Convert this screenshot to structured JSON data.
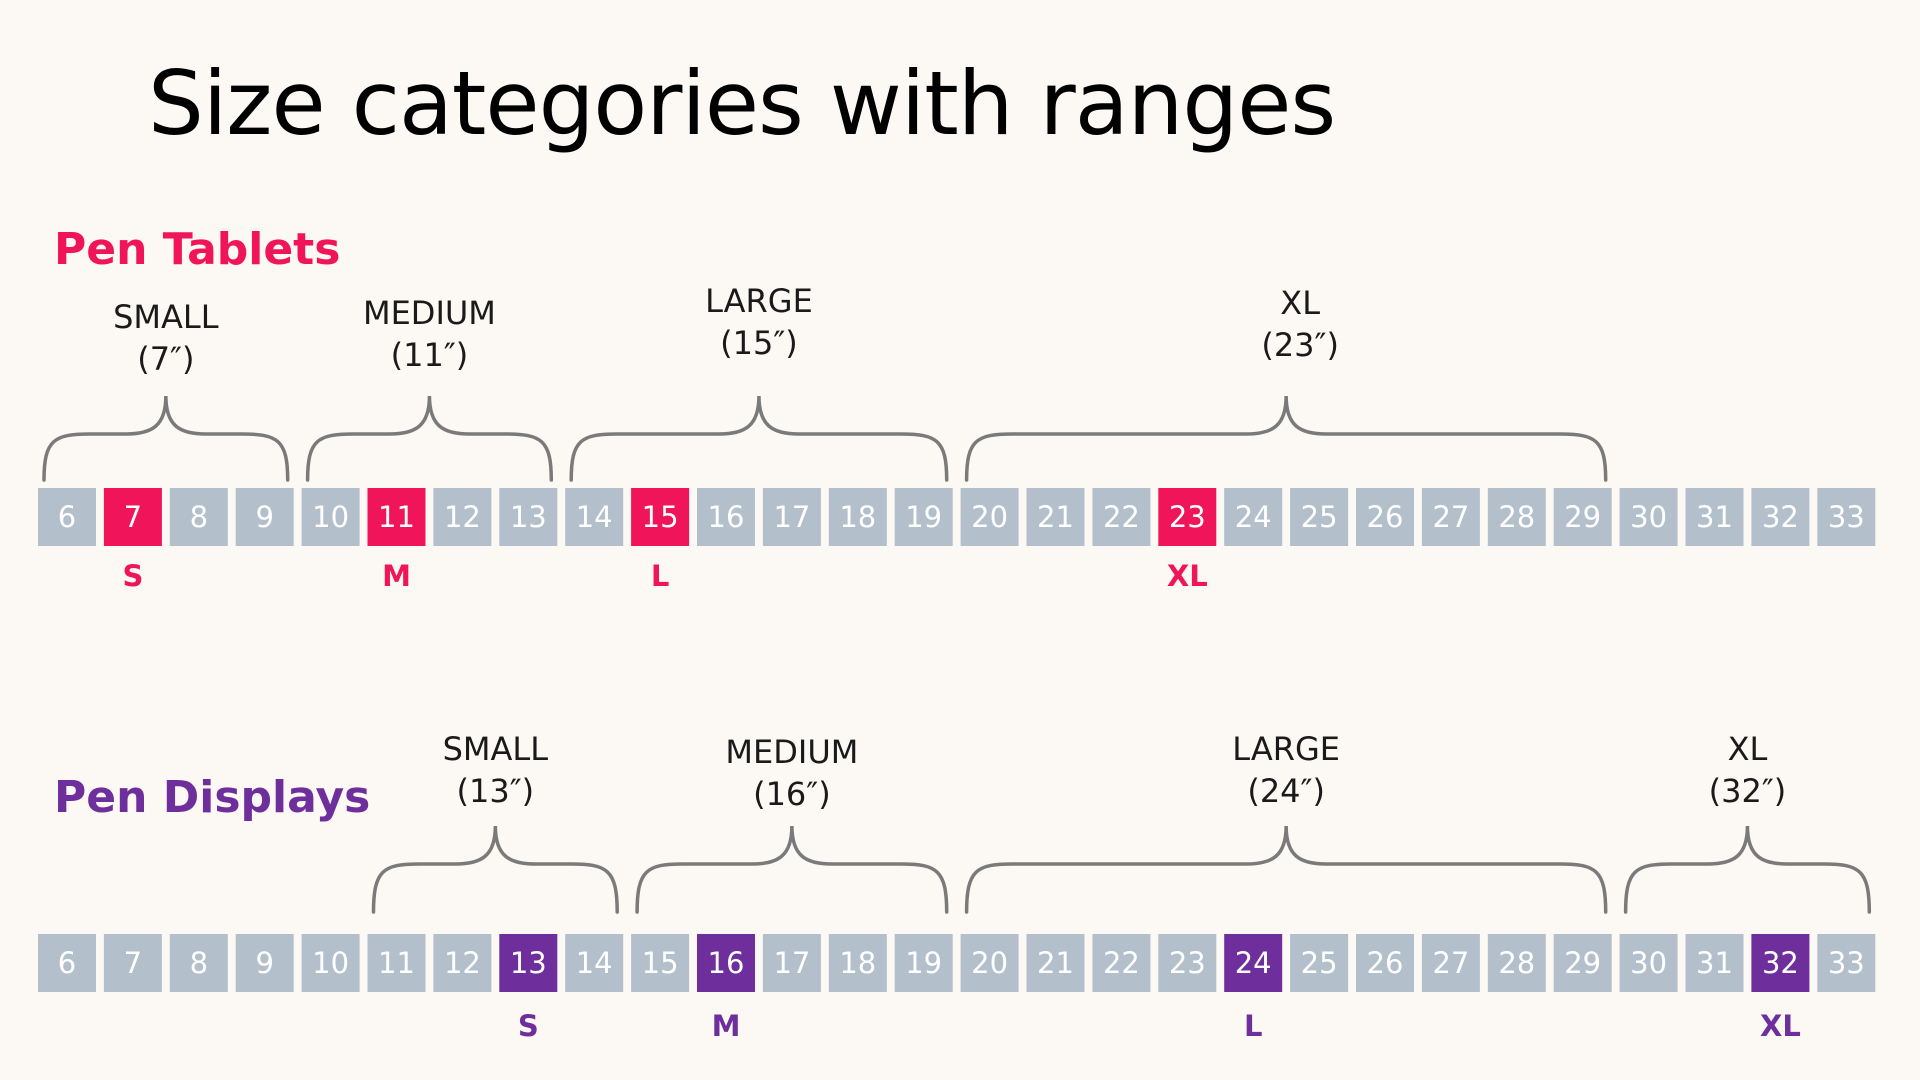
{
  "title": "Size categories with ranges",
  "colors": {
    "background": "#FCF8F3",
    "cell": "#B4BFCC",
    "brace": "#7A7A7A",
    "tablets": "#F0145A",
    "displays": "#6E2E9C"
  },
  "sections": [
    {
      "name": "Pen Tablets",
      "color": "#F0145A",
      "sizes": [
        6,
        7,
        8,
        9,
        10,
        11,
        12,
        13,
        14,
        15,
        16,
        17,
        18,
        19,
        20,
        21,
        22,
        23,
        24,
        25,
        26,
        27,
        28,
        29,
        30,
        31,
        32,
        33
      ],
      "highlighted": [
        7,
        11,
        15,
        23
      ],
      "categories": [
        {
          "name": "SMALL",
          "size": "(7″)",
          "range": [
            6,
            9
          ],
          "abbr": "S",
          "representative": 7
        },
        {
          "name": "MEDIUM",
          "size": "(11″)",
          "range": [
            10,
            13
          ],
          "abbr": "M",
          "representative": 11
        },
        {
          "name": "LARGE",
          "size": "(15″)",
          "range": [
            14,
            19
          ],
          "abbr": "L",
          "representative": 15
        },
        {
          "name": "XL",
          "size": "(23″)",
          "range": [
            20,
            29
          ],
          "abbr": "XL",
          "representative": 23
        }
      ]
    },
    {
      "name": "Pen Displays",
      "color": "#6E2E9C",
      "sizes": [
        6,
        7,
        8,
        9,
        10,
        11,
        12,
        13,
        14,
        15,
        16,
        17,
        18,
        19,
        20,
        21,
        22,
        23,
        24,
        25,
        26,
        27,
        28,
        29,
        30,
        31,
        32,
        33
      ],
      "highlighted": [
        13,
        16,
        24,
        32
      ],
      "categories": [
        {
          "name": "SMALL",
          "size": "(13″)",
          "range": [
            11,
            14
          ],
          "abbr": "S",
          "representative": 13
        },
        {
          "name": "MEDIUM",
          "size": "(16″)",
          "range": [
            15,
            19
          ],
          "abbr": "M",
          "representative": 16
        },
        {
          "name": "LARGE",
          "size": "(24″)",
          "range": [
            20,
            29
          ],
          "abbr": "L",
          "representative": 24
        },
        {
          "name": "XL",
          "size": "(32″)",
          "range": [
            30,
            33
          ],
          "abbr": "XL",
          "representative": 32
        }
      ]
    }
  ]
}
